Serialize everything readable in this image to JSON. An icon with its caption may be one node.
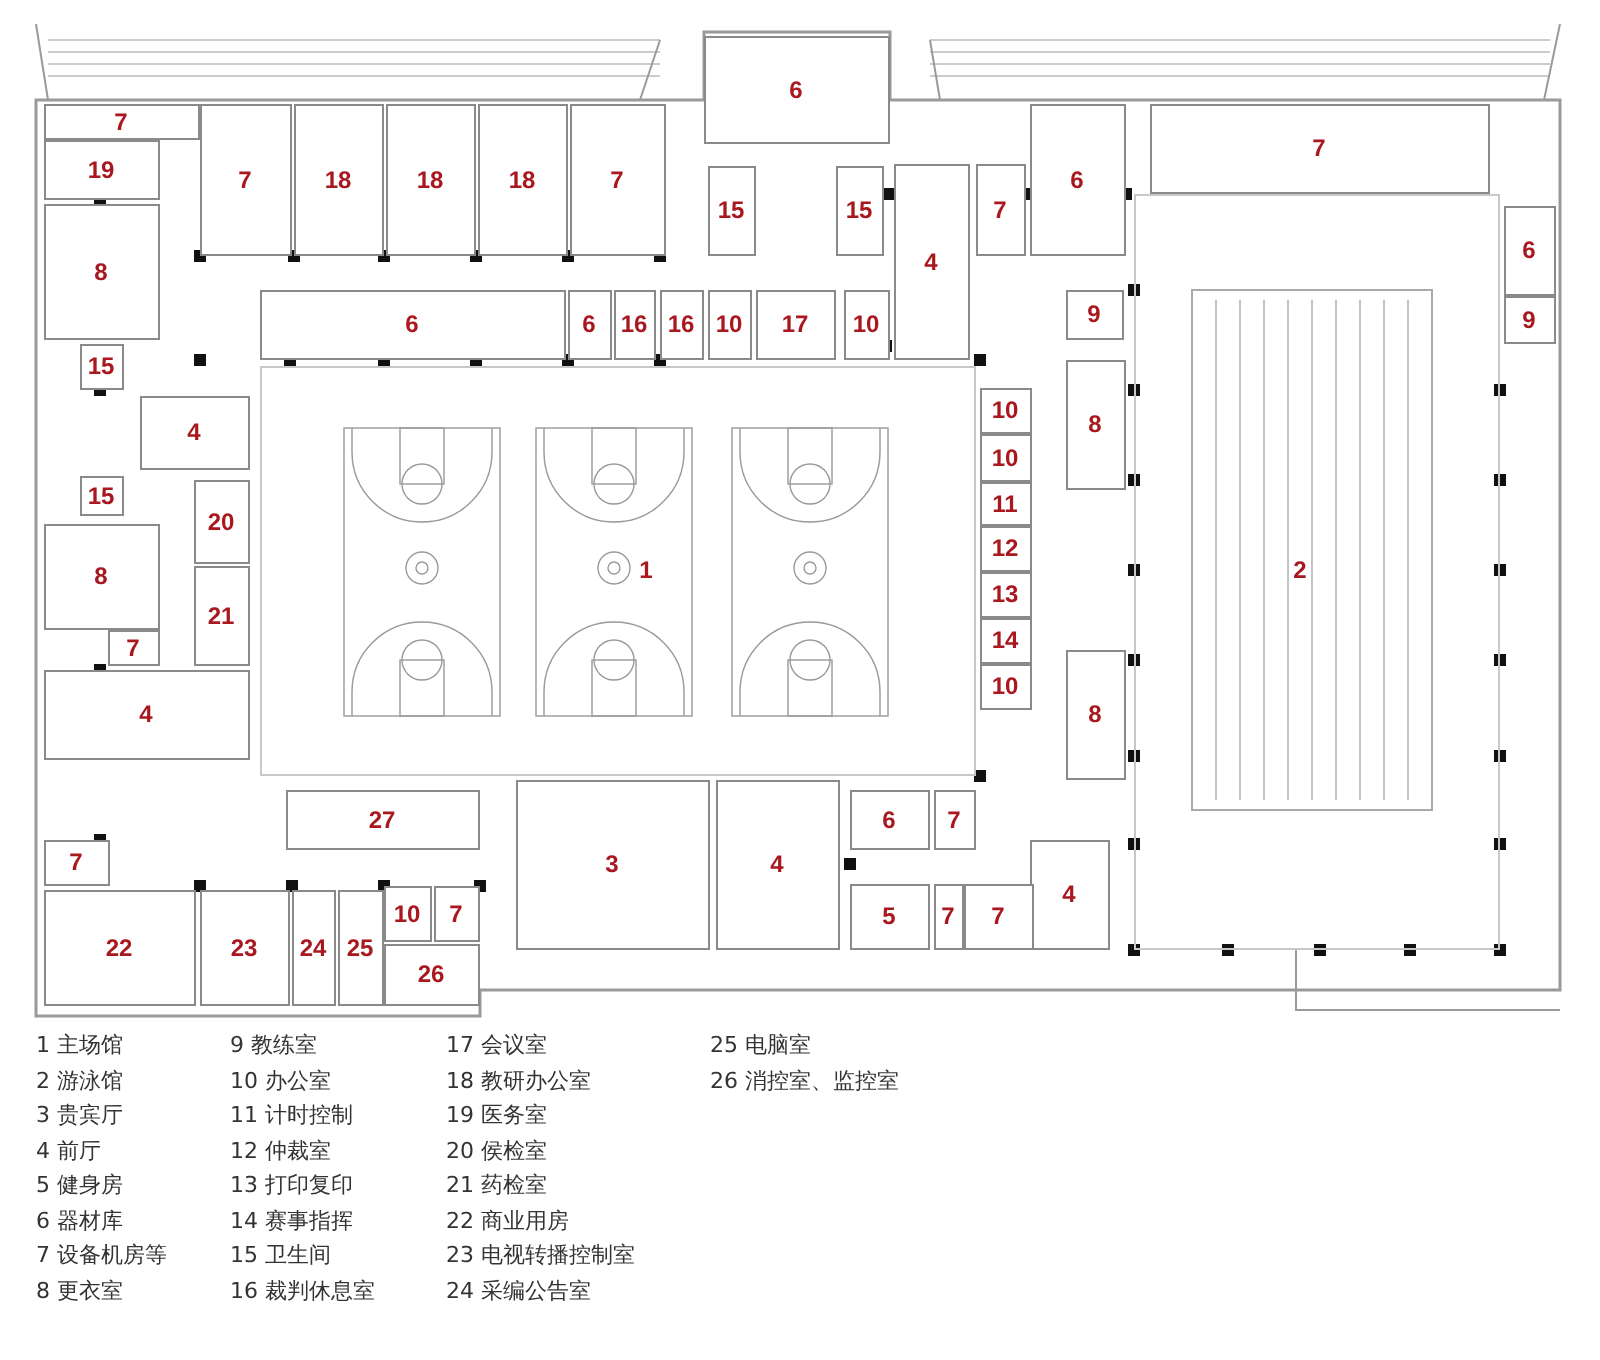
{
  "diagram": {
    "nodes": [
      {
        "text": [
          "6"
        ]
      },
      {
        "text": [
          "7"
        ]
      },
      {
        "text": [
          "19"
        ]
      },
      {
        "text": [
          "7"
        ]
      },
      {
        "text": [
          "18"
        ]
      },
      {
        "text": [
          "18"
        ]
      },
      {
        "text": [
          "18"
        ]
      },
      {
        "text": [
          "7"
        ]
      },
      {
        "text": [
          "6"
        ]
      },
      {
        "text": [
          "7"
        ]
      },
      {
        "text": [
          "15"
        ]
      },
      {
        "text": [
          "15"
        ]
      },
      {
        "text": [
          "4"
        ]
      },
      {
        "text": [
          "7"
        ]
      },
      {
        "text": [
          "8"
        ]
      },
      {
        "text": [
          "6"
        ]
      },
      {
        "text": [
          "6"
        ]
      },
      {
        "text": [
          "9"
        ]
      },
      {
        "text": [
          "6"
        ]
      },
      {
        "text": [
          "16"
        ]
      },
      {
        "text": [
          "16"
        ]
      },
      {
        "text": [
          "10"
        ]
      },
      {
        "text": [
          "17"
        ]
      },
      {
        "text": [
          "10"
        ]
      },
      {
        "text": [
          "9"
        ]
      },
      {
        "text": [
          "15"
        ]
      },
      {
        "text": [
          "4"
        ]
      },
      {
        "text": [
          "10"
        ]
      },
      {
        "text": [
          "10"
        ]
      },
      {
        "text": [
          "8"
        ]
      },
      {
        "text": [
          "15"
        ]
      },
      {
        "text": [
          "20"
        ]
      },
      {
        "text": [
          "11"
        ]
      },
      {
        "text": [
          "12"
        ]
      },
      {
        "text": [
          "1"
        ]
      },
      {
        "text": [
          "2"
        ]
      },
      {
        "text": [
          "8"
        ]
      },
      {
        "text": [
          "21"
        ]
      },
      {
        "text": [
          "13"
        ]
      },
      {
        "text": [
          "7"
        ]
      },
      {
        "text": [
          "14"
        ]
      },
      {
        "text": [
          "10"
        ]
      },
      {
        "text": [
          "8"
        ]
      },
      {
        "text": [
          "4"
        ]
      },
      {
        "text": [
          "27"
        ]
      },
      {
        "text": [
          "6"
        ]
      },
      {
        "text": [
          "7"
        ]
      },
      {
        "text": [
          "7"
        ]
      },
      {
        "text": [
          "3"
        ]
      },
      {
        "text": [
          "4"
        ]
      },
      {
        "text": [
          "4"
        ]
      },
      {
        "text": [
          "10"
        ]
      },
      {
        "text": [
          "7"
        ]
      },
      {
        "text": [
          "5"
        ]
      },
      {
        "text": [
          "7"
        ]
      },
      {
        "text": [
          "7"
        ]
      },
      {
        "text": [
          "22"
        ]
      },
      {
        "text": [
          "23"
        ]
      },
      {
        "text": [
          "24"
        ]
      },
      {
        "text": [
          "25"
        ]
      },
      {
        "text": [
          "26"
        ]
      }
    ],
    "labels": [
      "1 主场馆",
      "2 游泳馆",
      "3 贵宾厅",
      "4 前厅",
      "5 健身房",
      "6 器材库",
      "7 设备机房等",
      "8 更衣室",
      "9 教练室",
      "10 办公室",
      "11 计时控制",
      "12 仲裁室",
      "13 打印复印",
      "14 赛事指挥",
      "15 卫生间",
      "16 裁判休息室",
      "17 会议室",
      "18 教研办公室",
      "19 医务室",
      "20 侯检室",
      "21 药检室",
      "22 商业用房",
      "23 电视转播控制室",
      "24 采编公告室",
      "25 电脑室",
      "26 消控室、监控室"
    ]
  }
}
